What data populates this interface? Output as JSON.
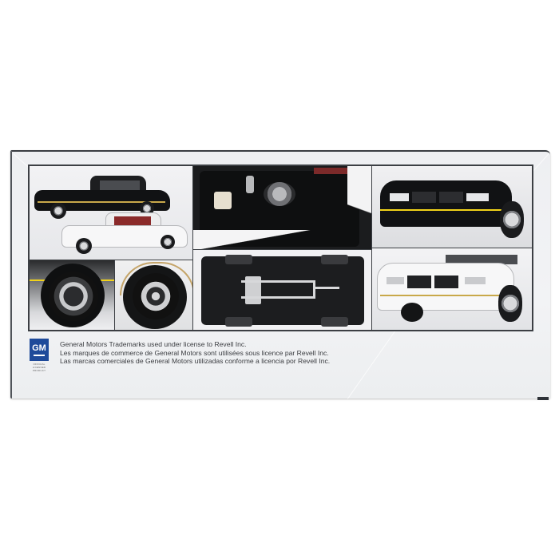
{
  "box": {
    "panels": [
      {
        "id": "cars",
        "description": "Black and white Oldsmobile Cutlass 442 model cars, side views"
      },
      {
        "id": "engine",
        "description": "Engine bay detail with chrome air cleaner"
      },
      {
        "id": "front-black",
        "description": "Front view of black car with yellow pinstripe"
      },
      {
        "id": "wheel-wire",
        "description": "Chrome wire wheel close-up"
      },
      {
        "id": "wheel-star",
        "description": "Chrome spoke wheel close-up"
      },
      {
        "id": "chassis",
        "description": "Underside chassis with dual exhaust"
      },
      {
        "id": "front-white",
        "description": "Front view of white car"
      }
    ],
    "logo": {
      "text": "GM",
      "caption_line1": "OFFICIAL",
      "caption_line2": "LICENSED PRODUCT",
      "color": "#1e4a9a"
    },
    "legal": [
      "General Motors Trademarks used under license to Revell Inc.",
      "Les marques de commerce de General Motors sont utilisées sous licence par Revell Inc.",
      "Las marcas comerciales de General Motors utilizadas conforme a licencia por Revell Inc."
    ]
  }
}
